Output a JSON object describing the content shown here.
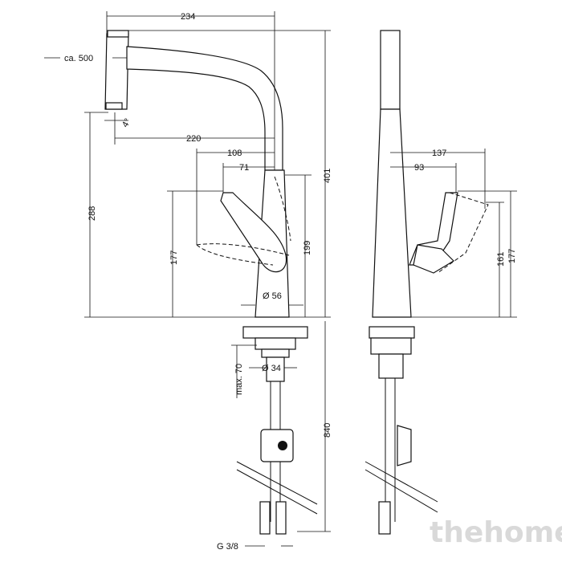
{
  "dimensions": {
    "d234": "234",
    "ca500": "ca. 500",
    "angle": "4°",
    "d220": "220",
    "d108": "108",
    "d71": "71",
    "d288": "288",
    "d177_left": "177",
    "d199": "199",
    "d401": "401",
    "d56": "Ø 56",
    "d137": "137",
    "d93": "93",
    "d161": "161",
    "d177_right": "177",
    "max70": "max. 70",
    "d34": "Ø 34",
    "d840": "840",
    "g38": "G 3/8"
  },
  "watermark": "thehome"
}
